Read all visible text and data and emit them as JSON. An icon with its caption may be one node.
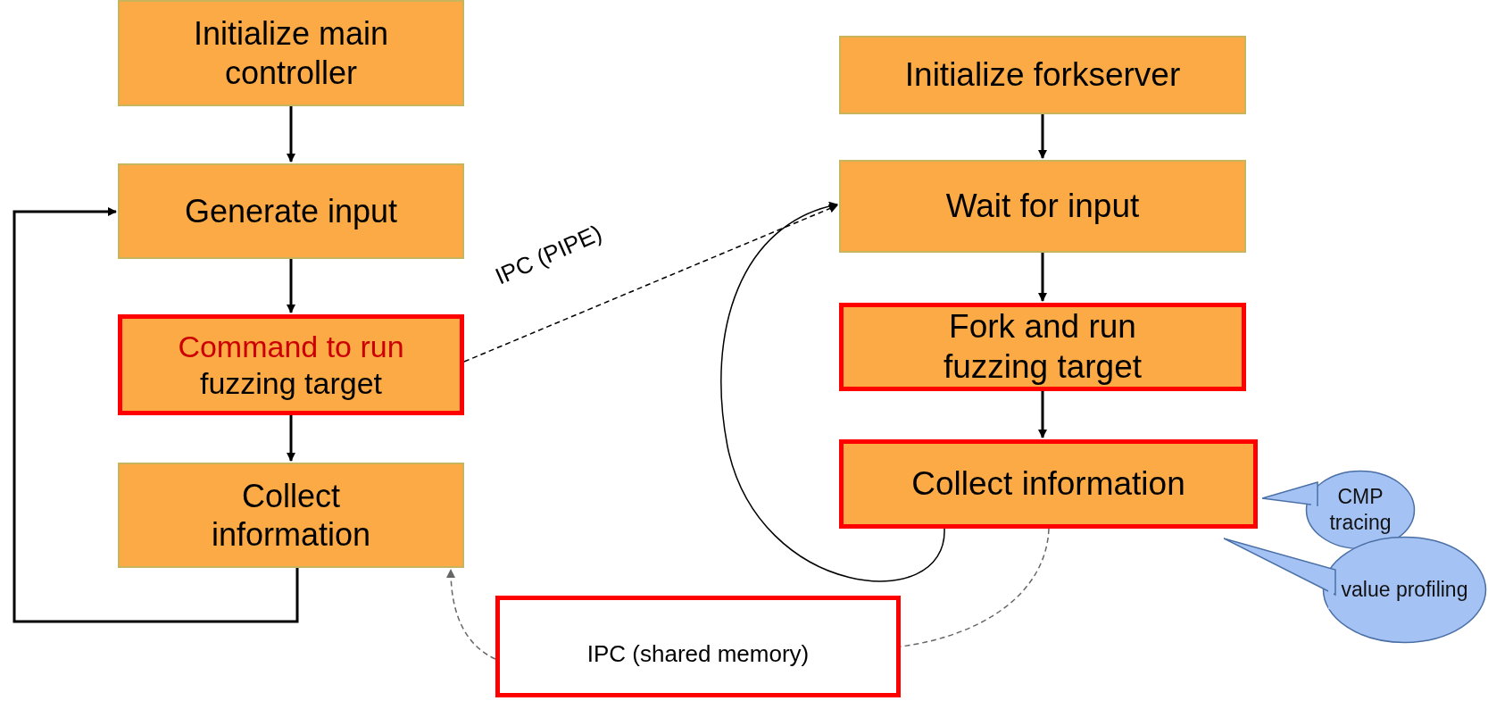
{
  "diagram": {
    "nodes": [
      {
        "text": [
          "Initialize main controller"
        ]
      },
      {
        "text": [
          "Generate input"
        ]
      },
      {
        "text": [
          "Command to run",
          "fuzzing target"
        ]
      },
      {
        "text": [
          "Collect information"
        ]
      },
      {
        "text": [
          "Initialize forkserver"
        ]
      },
      {
        "text": [
          "Wait for input"
        ]
      },
      {
        "text": [
          "Fork and run fuzzing target"
        ]
      },
      {
        "text": [
          "Collect information"
        ]
      },
      {
        "text": [
          "IPC (shared memory)"
        ]
      },
      {
        "text": [
          "CMP tracing"
        ]
      },
      {
        "text": [
          "value profiling"
        ]
      }
    ],
    "edges": [
      {
        "from": 0,
        "to": 1,
        "arrow": "to"
      },
      {
        "from": 1,
        "to": 2,
        "arrow": "to"
      },
      {
        "from": 2,
        "to": 3,
        "arrow": "to"
      },
      {
        "from": 3,
        "to": 1,
        "arrow": "to"
      },
      {
        "from": 4,
        "to": 5,
        "arrow": "to"
      },
      {
        "from": 5,
        "to": 6,
        "arrow": "to"
      },
      {
        "from": 6,
        "to": 7,
        "arrow": "to"
      },
      {
        "from": 2,
        "to": 5,
        "arrow": "to",
        "label": "IPC (PIPE)",
        "style": "dashed"
      },
      {
        "from": 7,
        "to": 5,
        "arrow": "to"
      },
      {
        "from": 7,
        "to": 8,
        "arrow": "none",
        "style": "dashed",
        "color": "#666666"
      },
      {
        "from": 8,
        "to": 3,
        "arrow": "to",
        "style": "dashed",
        "color": "#666666"
      }
    ]
  }
}
